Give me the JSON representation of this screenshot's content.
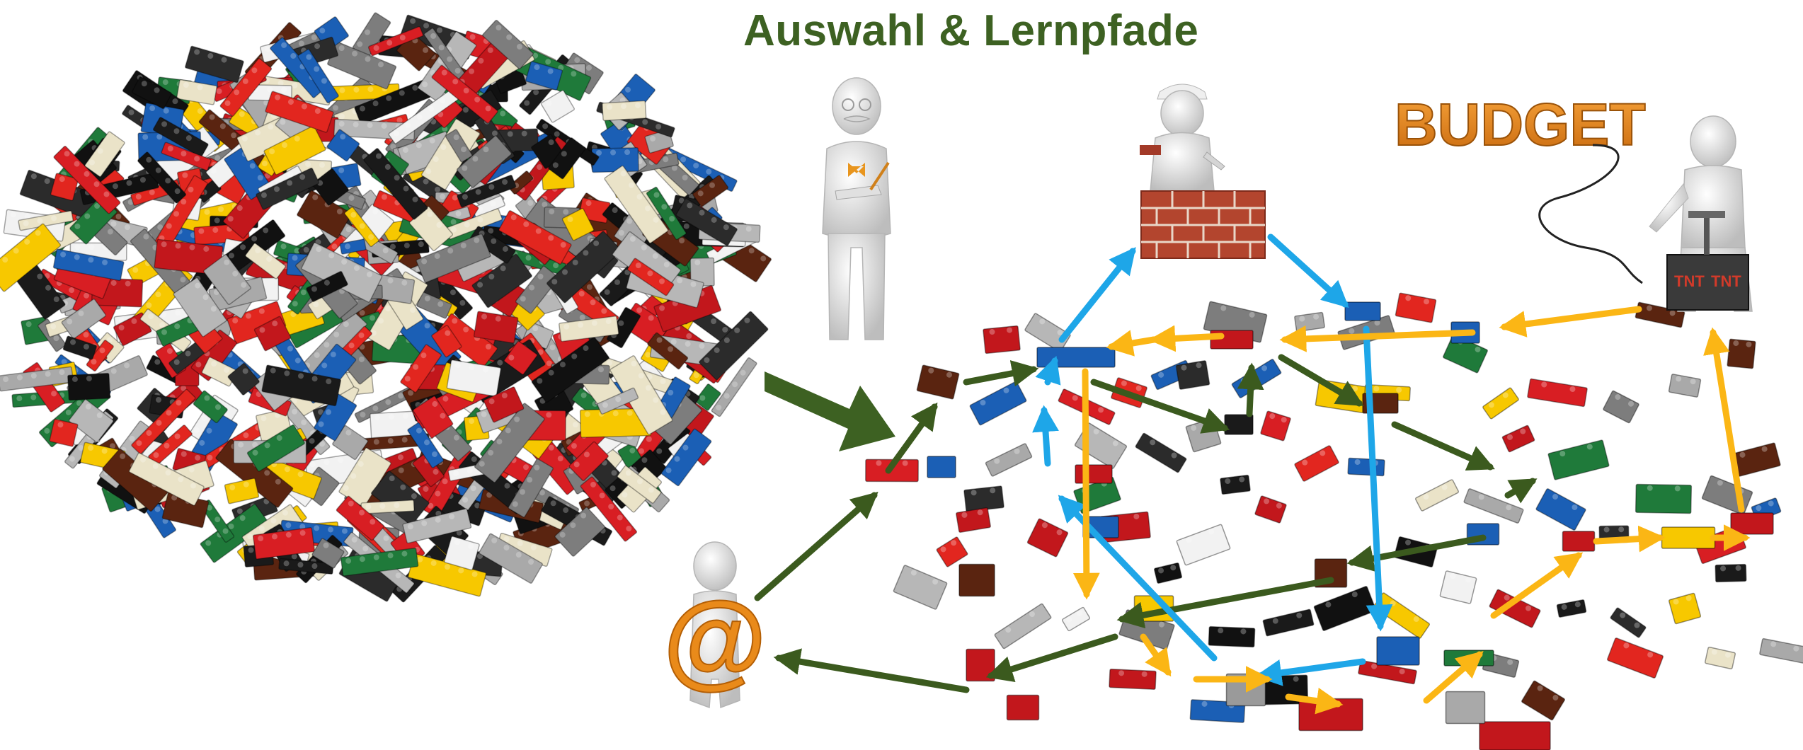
{
  "title": "Auswahl & Lernpfade",
  "budget_sign": "BUDGET",
  "tnt_labels": [
    "TNT",
    "TNT"
  ],
  "at_symbol": "@",
  "colors": {
    "title_green": "#3d6122",
    "arrow_green": "#3b5a1e",
    "arrow_blue": "#1ea6e8",
    "arrow_yellow": "#fbb615",
    "budget_orange": "#e98a1a"
  },
  "icons": {
    "brick_pile": "lego-brick-pile",
    "teacher_figure": "professor-figure-icon",
    "builder_figure": "builder-figure-icon",
    "budget_figure": "detonator-figure-icon",
    "email_figure": "email-figure-icon",
    "big_arrow": "big-right-arrow-icon"
  }
}
